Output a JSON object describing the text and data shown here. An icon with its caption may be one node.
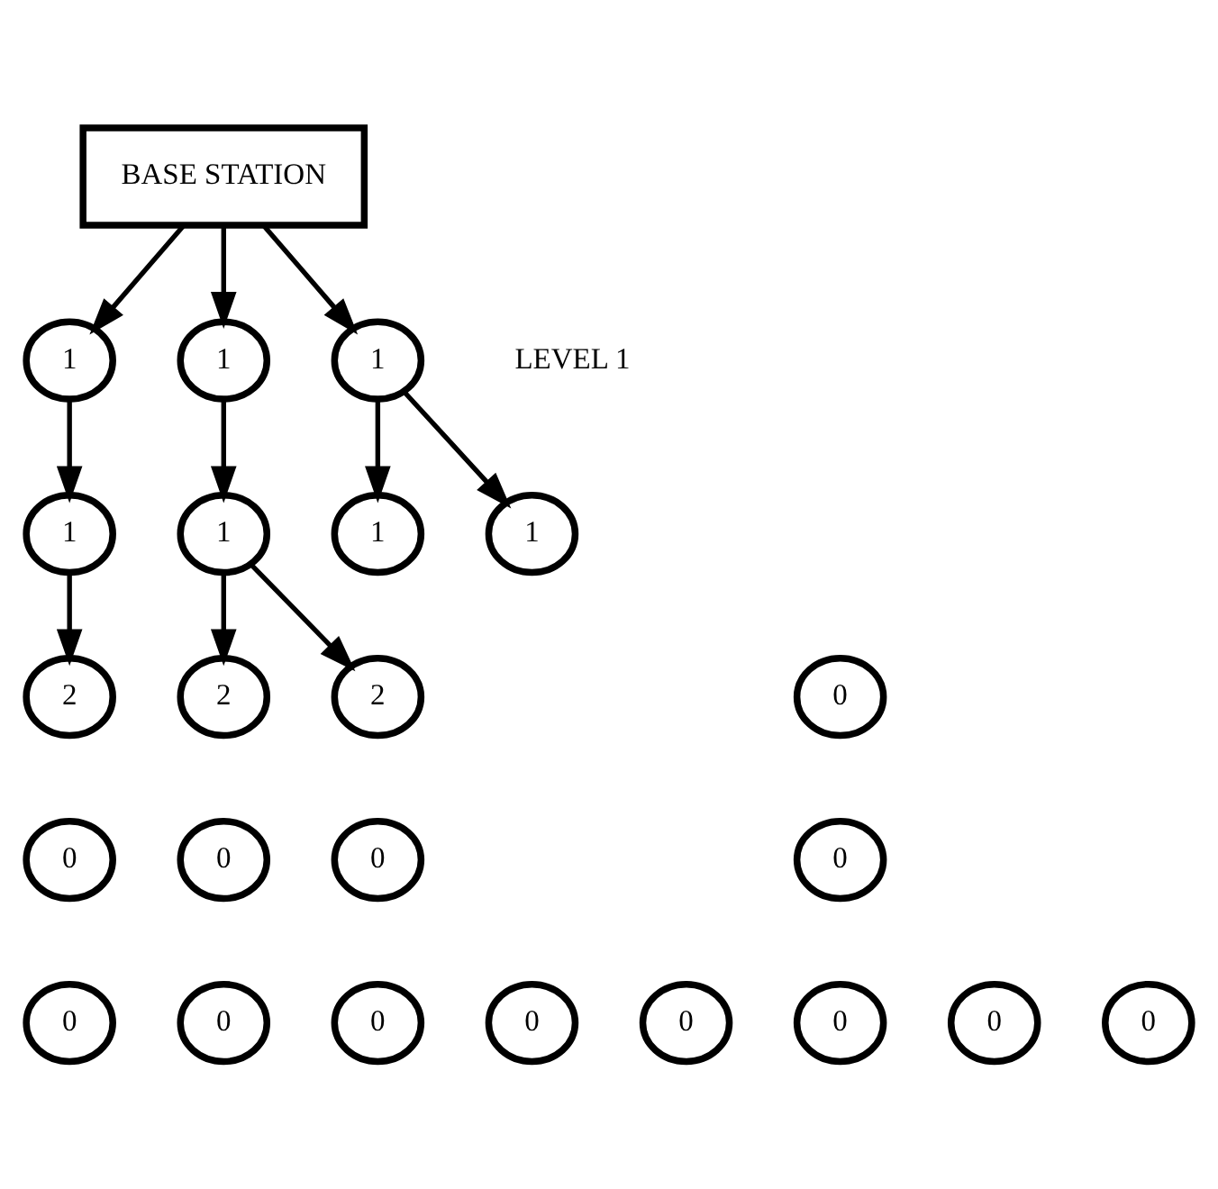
{
  "diagram": {
    "nodes": [
      {
        "text": [
          "BASE STATION"
        ]
      },
      {
        "text": [
          "1"
        ]
      },
      {
        "text": [
          "1"
        ]
      },
      {
        "text": [
          "1"
        ]
      },
      {
        "text": [
          "1"
        ]
      },
      {
        "text": [
          "1"
        ]
      },
      {
        "text": [
          "1"
        ]
      },
      {
        "text": [
          "1"
        ]
      },
      {
        "text": [
          "2"
        ]
      },
      {
        "text": [
          "2"
        ]
      },
      {
        "text": [
          "2"
        ]
      },
      {
        "text": [
          "0"
        ]
      },
      {
        "text": [
          "0"
        ]
      },
      {
        "text": [
          "0"
        ]
      },
      {
        "text": [
          "0"
        ]
      },
      {
        "text": [
          "0"
        ]
      },
      {
        "text": [
          "0"
        ]
      },
      {
        "text": [
          "0"
        ]
      },
      {
        "text": [
          "0"
        ]
      },
      {
        "text": [
          "0"
        ]
      },
      {
        "text": [
          "0"
        ]
      },
      {
        "text": [
          "0"
        ]
      },
      {
        "text": [
          "0"
        ]
      },
      {
        "text": [
          "0"
        ]
      }
    ],
    "edges": [
      {
        "from": 0,
        "to": 1,
        "arrow": "to"
      },
      {
        "from": 0,
        "to": 2,
        "arrow": "to"
      },
      {
        "from": 0,
        "to": 3,
        "arrow": "to"
      },
      {
        "from": 1,
        "to": 4,
        "arrow": "to"
      },
      {
        "from": 2,
        "to": 5,
        "arrow": "to"
      },
      {
        "from": 3,
        "to": 6,
        "arrow": "to"
      },
      {
        "from": 3,
        "to": 7,
        "arrow": "to"
      },
      {
        "from": 4,
        "to": 8,
        "arrow": "to"
      },
      {
        "from": 5,
        "to": 9,
        "arrow": "to"
      },
      {
        "from": 5,
        "to": 10,
        "arrow": "to"
      }
    ],
    "labels": [
      "LEVEL 1"
    ]
  }
}
